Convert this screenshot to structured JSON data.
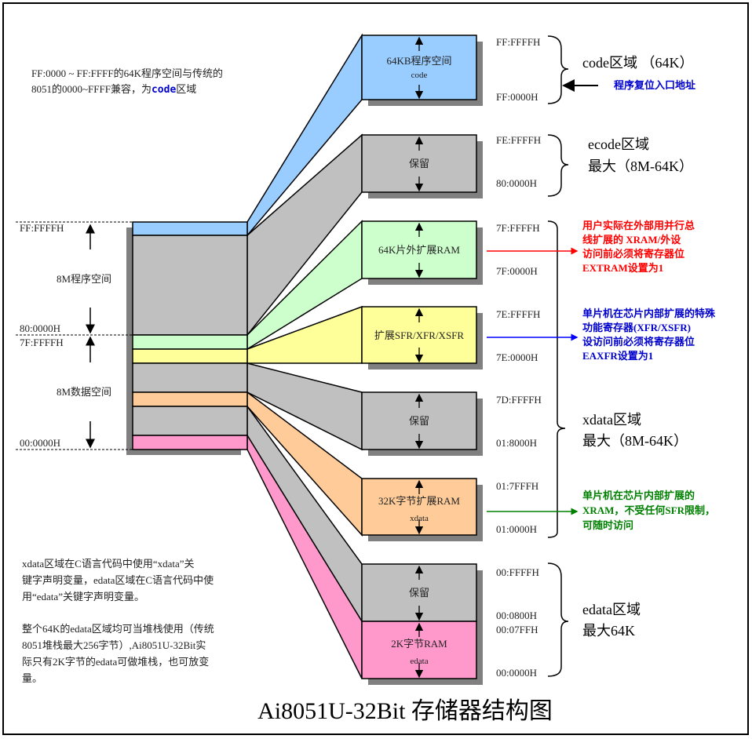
{
  "title": "Ai8051U-32Bit 存储器结构图",
  "colors": {
    "blue": "#99ccff",
    "gray": "#c0c0c0",
    "green": "#ccffcc",
    "yellow": "#ffff99",
    "orange": "#ffcc99",
    "pink": "#ff99cc",
    "red": "#ff0000",
    "annBlue": "#0000cc",
    "annGreen": "#008000"
  },
  "top_note": {
    "line1": "FF:0000 ~ FF:FFFF的64K程序空间与传统的",
    "line2_a": "8051的0000~FFFF兼容，为",
    "line2_code": "code",
    "line2_b": "区域"
  },
  "left_stack": {
    "top_addr": "FF:FFFFH",
    "program_space": "8M程序空间",
    "mid_addr_hi": "80:0000H",
    "mid_addr_lo": "7F:FFFFH",
    "data_space": "8M数据空间",
    "bottom_addr": "00:0000H"
  },
  "boxes": [
    {
      "label": "64KB程序空间",
      "sub": "code",
      "top": "FF:FFFFH",
      "bottom": "FF:0000H"
    },
    {
      "label": "保留",
      "top": "FE:FFFFH",
      "bottom": "80:0000H"
    },
    {
      "label": "64K片外扩展RAM",
      "top": "7F:FFFFH",
      "bottom": "7F:0000H"
    },
    {
      "label": "扩展SFR/XFR/XSFR",
      "top": "7E:FFFFH",
      "bottom": "7E:0000H"
    },
    {
      "label": "保留",
      "top": "7D:FFFFH",
      "bottom": "01:8000H"
    },
    {
      "label": "32K字节扩展RAM",
      "sub": "xdata",
      "top": "01:7FFFH",
      "bottom": "01:0000H"
    },
    {
      "label": "保留",
      "top": "00:FFFFH",
      "bottom": "00:0800H"
    },
    {
      "label": "2K字节RAM",
      "sub": "edata",
      "top": "00:07FFH",
      "bottom": "00:0000H"
    }
  ],
  "regions": {
    "code": "code区域 （64K）",
    "code_reset": "程序复位入口地址",
    "ecode_1": "ecode区域",
    "ecode_2": "最大（8M-64K）",
    "xdata_1": "xdata区域",
    "xdata_2": "最大（8M-64K）",
    "edata_1": "edata区域",
    "edata_2": "最大64K"
  },
  "annotations": {
    "red": [
      "用户实际在外部用并行总",
      "线扩展的 XRAM/外设",
      "访问前必须将寄存器位",
      "EXTRAM设置为1"
    ],
    "blue": [
      "单片机在芯片内部扩展的特殊",
      "功能寄存器(XFR/XSFR)",
      "设访问前必须将寄存器位",
      "EAXFR设置为1"
    ],
    "green": [
      "单片机在芯片内部扩展的",
      "XRAM，不受任何SFR限制，",
      "可随时访问"
    ]
  },
  "bottom_notes": [
    "xdata区域在C语言代码中使用“xdata”关",
    "键字声明变量，edata区域在C语言代码中使",
    "用“edata”关键字声明变量。",
    "整个64K的edata区域均可当堆栈使用（传统",
    "8051堆栈最大256字节）,Ai8051U-32Bit实",
    "际只有2K字节的edata可做堆栈，也可放变",
    "量。"
  ]
}
